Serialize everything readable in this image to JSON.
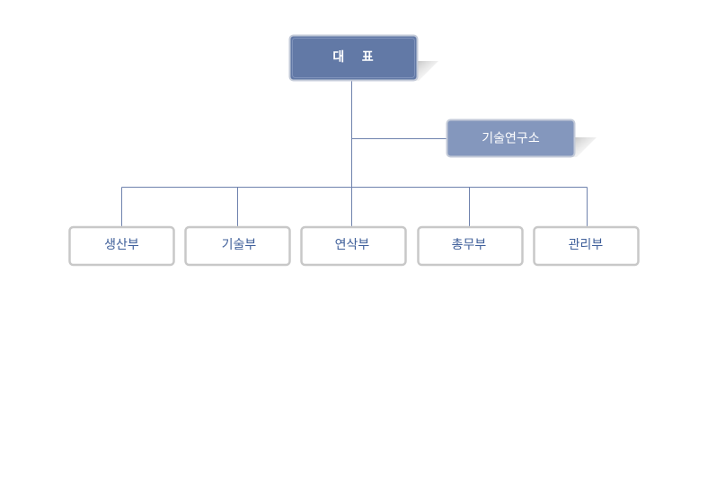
{
  "org_chart": {
    "root": {
      "label": "대    표"
    },
    "staff": {
      "label": "기술연구소"
    },
    "departments": [
      {
        "label": "생산부"
      },
      {
        "label": "기술부"
      },
      {
        "label": "연삭부"
      },
      {
        "label": "총무부"
      },
      {
        "label": "관리부"
      }
    ]
  },
  "colors": {
    "root_fill": "#6279a6",
    "staff_fill": "#8497bd",
    "line": "#6f82ad",
    "dept_text": "#3f5f9a"
  }
}
